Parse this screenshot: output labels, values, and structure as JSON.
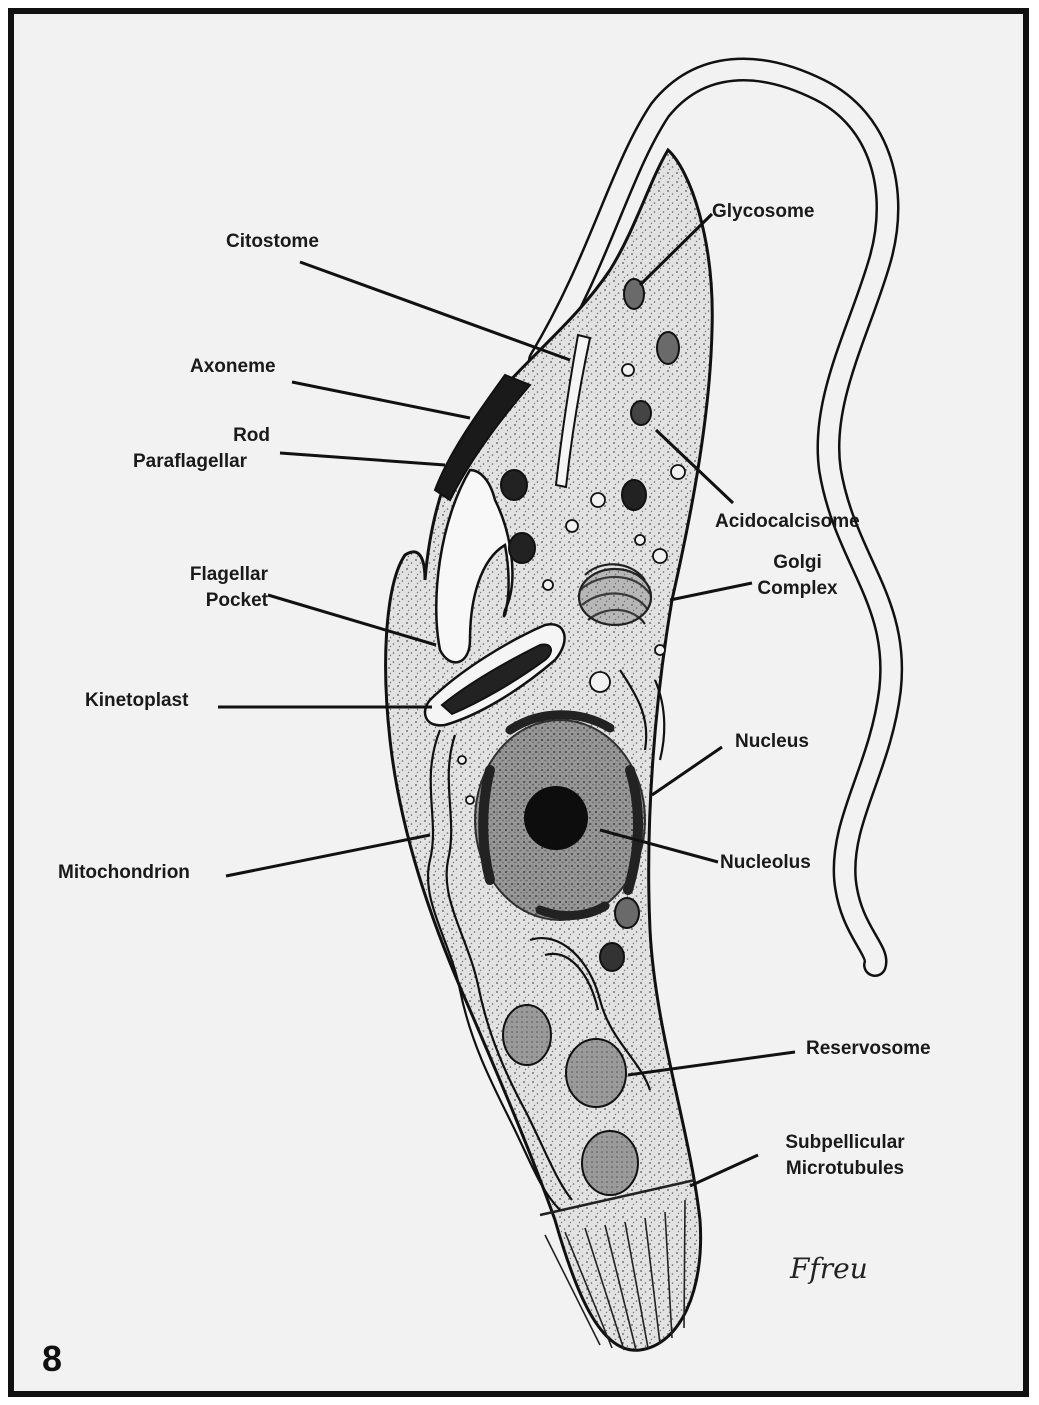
{
  "figure_number": "8",
  "signature": "Ffreu",
  "labels": {
    "citostome": "Citostome",
    "glycosome": "Glycosome",
    "axoneme": "Axoneme",
    "rod_paraflagellar_1": "Rod",
    "rod_paraflagellar_2": "Paraflagellar",
    "acidocalcisome": "Acidocalcisome",
    "golgi_1": "Golgi",
    "golgi_2": "Complex",
    "flagellar_pocket_1": "Flagellar",
    "flagellar_pocket_2": "Pocket",
    "kinetoplast": "Kinetoplast",
    "nucleus": "Nucleus",
    "mitochondrion": "Mitochondrion",
    "nucleolus": "Nucleolus",
    "reservosome": "Reservosome",
    "subpellicular_1": "Subpellicular",
    "subpellicular_2": "Microtubules"
  }
}
